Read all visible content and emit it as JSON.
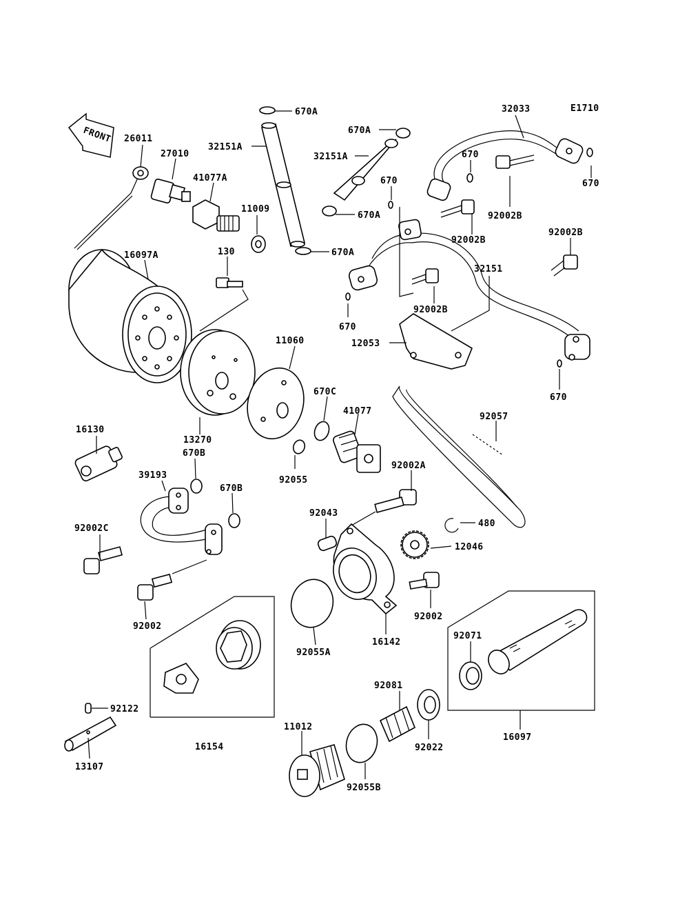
{
  "diagram_code": "E1710",
  "front_label": "FRONT",
  "labels": {
    "l_670A_top": "670A",
    "l_32151A_left": "32151A",
    "l_670A_mid": "670A",
    "l_32151A_mid": "32151A",
    "l_670A_lower": "670A",
    "l_670A_bottom": "670A",
    "l_670_a": "670",
    "l_670_b": "670",
    "l_670_c": "670",
    "l_670_d": "670",
    "l_670_e": "670",
    "l_32033": "32033",
    "l_92002B_a": "92002B",
    "l_92002B_b": "92002B",
    "l_92002B_c": "92002B",
    "l_92002B_d": "92002B",
    "l_32151": "32151",
    "l_12053": "12053",
    "l_26011": "26011",
    "l_27010": "27010",
    "l_41077A": "41077A",
    "l_11009": "11009",
    "l_130": "130",
    "l_16097A": "16097A",
    "l_11060": "11060",
    "l_670C": "670C",
    "l_41077": "41077",
    "l_92057": "92057",
    "l_16130": "16130",
    "l_13270": "13270",
    "l_670B_a": "670B",
    "l_670B_b": "670B",
    "l_39193": "39193",
    "l_92055": "92055",
    "l_92002A": "92002A",
    "l_92002C": "92002C",
    "l_92043": "92043",
    "l_480": "480",
    "l_12046": "12046",
    "l_92002_a": "92002",
    "l_92002_b": "92002",
    "l_16142": "16142",
    "l_92055A": "92055A",
    "l_92071": "92071",
    "l_92081": "92081",
    "l_92122": "92122",
    "l_16154": "16154",
    "l_11012": "11012",
    "l_92022": "92022",
    "l_16097": "16097",
    "l_13107": "13107",
    "l_92055B": "92055B"
  }
}
